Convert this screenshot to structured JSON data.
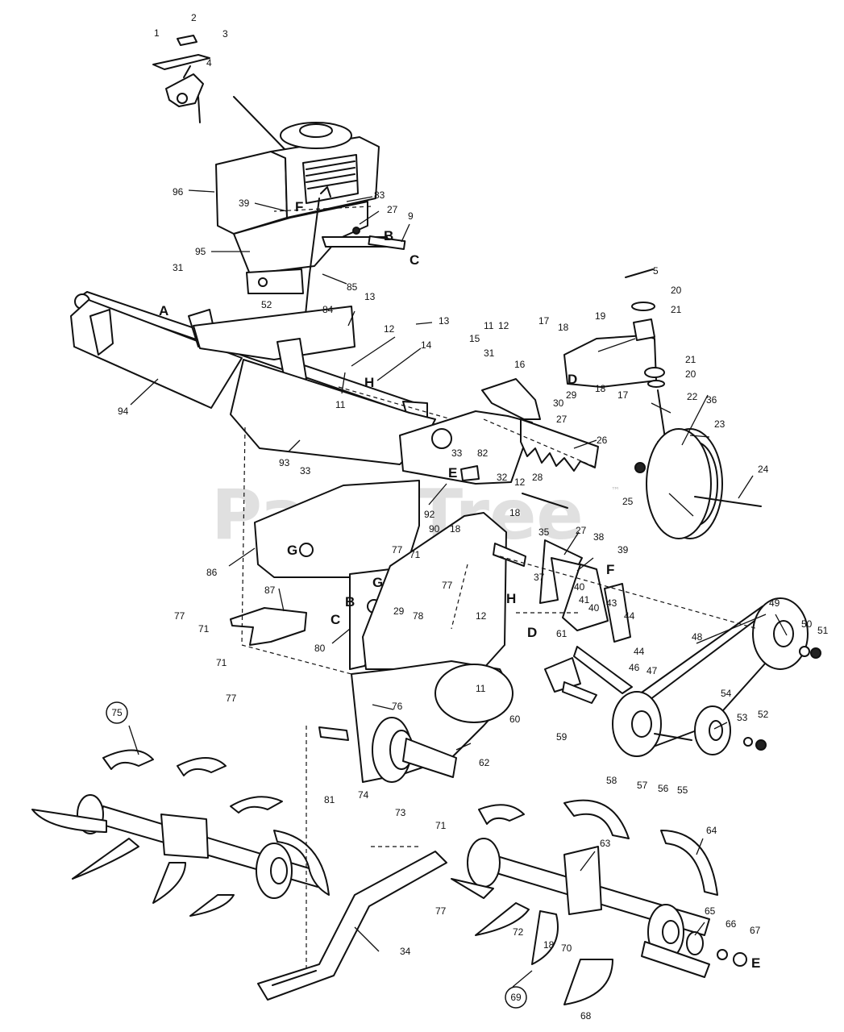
{
  "watermark": {
    "brand": "PartsTree",
    "trademark": "™"
  },
  "callouts": [
    {
      "id": "c1",
      "label": "1"
    },
    {
      "id": "c2",
      "label": "2"
    },
    {
      "id": "c3",
      "label": "3"
    },
    {
      "id": "c4",
      "label": "4"
    },
    {
      "id": "c96",
      "label": "96"
    },
    {
      "id": "c39a",
      "label": "39"
    },
    {
      "id": "c83",
      "label": "83"
    },
    {
      "id": "c27a",
      "label": "27"
    },
    {
      "id": "c9",
      "label": "9"
    },
    {
      "id": "c95",
      "label": "95"
    },
    {
      "id": "c85",
      "label": "85"
    },
    {
      "id": "c31a",
      "label": "31"
    },
    {
      "id": "c52a",
      "label": "52"
    },
    {
      "id": "c84",
      "label": "84"
    },
    {
      "id": "c13a",
      "label": "13"
    },
    {
      "id": "c13b",
      "label": "13"
    },
    {
      "id": "c12a",
      "label": "12"
    },
    {
      "id": "c11a",
      "label": "11"
    },
    {
      "id": "c14",
      "label": "14"
    },
    {
      "id": "c94",
      "label": "94"
    },
    {
      "id": "c93",
      "label": "93"
    },
    {
      "id": "c33a",
      "label": "33"
    },
    {
      "id": "c33b",
      "label": "33"
    },
    {
      "id": "c86",
      "label": "86"
    },
    {
      "id": "c92",
      "label": "92"
    },
    {
      "id": "c15",
      "label": "15"
    },
    {
      "id": "c11b",
      "label": "11"
    },
    {
      "id": "c12b",
      "label": "12"
    },
    {
      "id": "c31b",
      "label": "31"
    },
    {
      "id": "c16",
      "label": "16"
    },
    {
      "id": "c17a",
      "label": "17"
    },
    {
      "id": "c18a",
      "label": "18"
    },
    {
      "id": "c19",
      "label": "19"
    },
    {
      "id": "c5",
      "label": "5"
    },
    {
      "id": "c20a",
      "label": "20"
    },
    {
      "id": "c21a",
      "label": "21"
    },
    {
      "id": "c21b",
      "label": "21"
    },
    {
      "id": "c20b",
      "label": "20"
    },
    {
      "id": "c18b",
      "label": "18"
    },
    {
      "id": "c17b",
      "label": "17"
    },
    {
      "id": "c29a",
      "label": "29"
    },
    {
      "id": "c30",
      "label": "30"
    },
    {
      "id": "c27b",
      "label": "27"
    },
    {
      "id": "c82",
      "label": "82"
    },
    {
      "id": "c26",
      "label": "26"
    },
    {
      "id": "c32",
      "label": "32"
    },
    {
      "id": "c12c",
      "label": "12"
    },
    {
      "id": "c28",
      "label": "28"
    },
    {
      "id": "c22",
      "label": "22"
    },
    {
      "id": "c36",
      "label": "36"
    },
    {
      "id": "c23",
      "label": "23"
    },
    {
      "id": "c24",
      "label": "24"
    },
    {
      "id": "c25",
      "label": "25"
    },
    {
      "id": "c18c",
      "label": "18"
    },
    {
      "id": "c35",
      "label": "35"
    },
    {
      "id": "c90",
      "label": "90"
    },
    {
      "id": "c18d",
      "label": "18"
    },
    {
      "id": "c77a",
      "label": "77"
    },
    {
      "id": "c71a",
      "label": "71"
    },
    {
      "id": "c27c",
      "label": "27"
    },
    {
      "id": "c38",
      "label": "38"
    },
    {
      "id": "c39b",
      "label": "39"
    },
    {
      "id": "c37",
      "label": "37"
    },
    {
      "id": "c77b",
      "label": "77"
    },
    {
      "id": "c87",
      "label": "87"
    },
    {
      "id": "c80",
      "label": "80"
    },
    {
      "id": "c29b",
      "label": "29"
    },
    {
      "id": "c78",
      "label": "78"
    },
    {
      "id": "c77c",
      "label": "77"
    },
    {
      "id": "c71b",
      "label": "71"
    },
    {
      "id": "c71c",
      "label": "71"
    },
    {
      "id": "c77d",
      "label": "77"
    },
    {
      "id": "c12d",
      "label": "12"
    },
    {
      "id": "c11c",
      "label": "11"
    },
    {
      "id": "c40a",
      "label": "40"
    },
    {
      "id": "c41",
      "label": "41"
    },
    {
      "id": "c40b",
      "label": "40"
    },
    {
      "id": "c43",
      "label": "43"
    },
    {
      "id": "c44a",
      "label": "44"
    },
    {
      "id": "c44b",
      "label": "44"
    },
    {
      "id": "c46",
      "label": "46"
    },
    {
      "id": "c47",
      "label": "47"
    },
    {
      "id": "c61",
      "label": "61"
    },
    {
      "id": "c48",
      "label": "48"
    },
    {
      "id": "c49",
      "label": "49"
    },
    {
      "id": "c50",
      "label": "50"
    },
    {
      "id": "c51",
      "label": "51"
    },
    {
      "id": "c60",
      "label": "60"
    },
    {
      "id": "c59",
      "label": "59"
    },
    {
      "id": "c76",
      "label": "76"
    },
    {
      "id": "c54",
      "label": "54"
    },
    {
      "id": "c53",
      "label": "53"
    },
    {
      "id": "c52b",
      "label": "52"
    },
    {
      "id": "c58",
      "label": "58"
    },
    {
      "id": "c57",
      "label": "57"
    },
    {
      "id": "c56",
      "label": "56"
    },
    {
      "id": "c55",
      "label": "55"
    },
    {
      "id": "c62",
      "label": "62"
    },
    {
      "id": "c81",
      "label": "81"
    },
    {
      "id": "c74",
      "label": "74"
    },
    {
      "id": "c73",
      "label": "73"
    },
    {
      "id": "c71d",
      "label": "71"
    },
    {
      "id": "c77e",
      "label": "77"
    },
    {
      "id": "c34",
      "label": "34"
    },
    {
      "id": "c63",
      "label": "63"
    },
    {
      "id": "c64",
      "label": "64"
    },
    {
      "id": "c72",
      "label": "72"
    },
    {
      "id": "c18e",
      "label": "18"
    },
    {
      "id": "c70",
      "label": "70"
    },
    {
      "id": "c65",
      "label": "65"
    },
    {
      "id": "c66",
      "label": "66"
    },
    {
      "id": "c67",
      "label": "67"
    },
    {
      "id": "c68",
      "label": "68"
    }
  ],
  "circled_callouts": [
    {
      "id": "cc75",
      "label": "75"
    },
    {
      "id": "cc69",
      "label": "69"
    }
  ],
  "reference_letters": [
    {
      "id": "L_A",
      "label": "A"
    },
    {
      "id": "L_B1",
      "label": "B"
    },
    {
      "id": "L_C1",
      "label": "C"
    },
    {
      "id": "L_F1",
      "label": "F"
    },
    {
      "id": "L_H1",
      "label": "H"
    },
    {
      "id": "L_D1",
      "label": "D"
    },
    {
      "id": "L_E1",
      "label": "E"
    },
    {
      "id": "L_G1",
      "label": "G"
    },
    {
      "id": "L_G2",
      "label": "G"
    },
    {
      "id": "L_B2",
      "label": "B"
    },
    {
      "id": "L_C2",
      "label": "C"
    },
    {
      "id": "L_F2",
      "label": "F"
    },
    {
      "id": "L_H2",
      "label": "H"
    },
    {
      "id": "L_D2",
      "label": "D"
    },
    {
      "id": "L_E2",
      "label": "E"
    }
  ]
}
